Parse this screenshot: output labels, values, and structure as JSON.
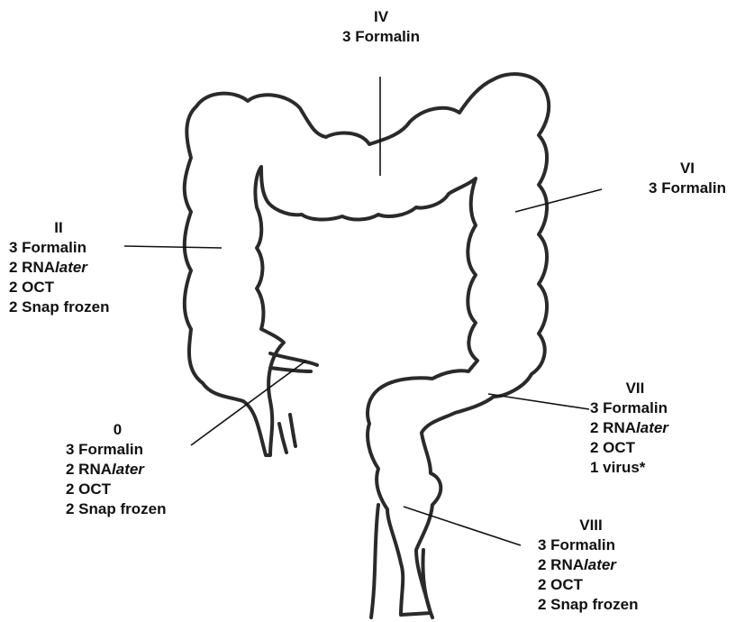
{
  "sections": [
    {
      "id": "iv",
      "numeral": "IV",
      "items": [
        {
          "text": "3 Formalin"
        }
      ]
    },
    {
      "id": "vi",
      "numeral": "VI",
      "items": [
        {
          "text": "3 Formalin"
        }
      ]
    },
    {
      "id": "ii",
      "numeral": "II",
      "items": [
        {
          "text": "3 Formalin"
        },
        {
          "text": "2 RNA",
          "italic": "later"
        },
        {
          "text": "2 OCT"
        },
        {
          "text": "2 Snap frozen"
        }
      ]
    },
    {
      "id": "zero",
      "numeral": "0",
      "items": [
        {
          "text": "3 Formalin"
        },
        {
          "text": "2 RNA",
          "italic": "later"
        },
        {
          "text": "2 OCT"
        },
        {
          "text": "2 Snap frozen"
        }
      ]
    },
    {
      "id": "vii",
      "numeral": "VII",
      "items": [
        {
          "text": "3 Formalin"
        },
        {
          "text": "2 RNA",
          "italic": "later"
        },
        {
          "text": "2 OCT"
        },
        {
          "text": "1 virus*"
        }
      ]
    },
    {
      "id": "viii",
      "numeral": "VIII",
      "items": [
        {
          "text": "3 Formalin"
        },
        {
          "text": "2 RNA",
          "italic": "later"
        },
        {
          "text": "2 OCT"
        },
        {
          "text": "2 Snap frozen"
        }
      ]
    }
  ]
}
